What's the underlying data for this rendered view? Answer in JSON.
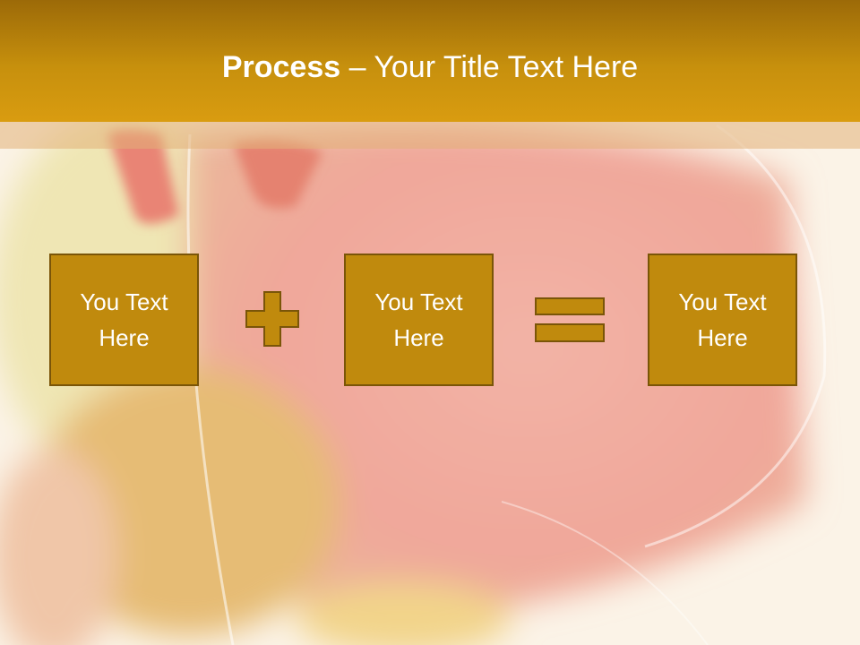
{
  "title": {
    "bold": "Process",
    "rest": " – Your Title Text Here"
  },
  "boxes": [
    {
      "label": "You Text\nHere"
    },
    {
      "label": "You Text\nHere"
    },
    {
      "label": "You Text\nHere"
    }
  ],
  "operators": [
    "plus-icon",
    "equals-icon"
  ],
  "colors": {
    "title_bar": "#c7900d",
    "box_fill": "#c08a0d",
    "box_border": "#7a5508",
    "text": "#ffffff"
  }
}
